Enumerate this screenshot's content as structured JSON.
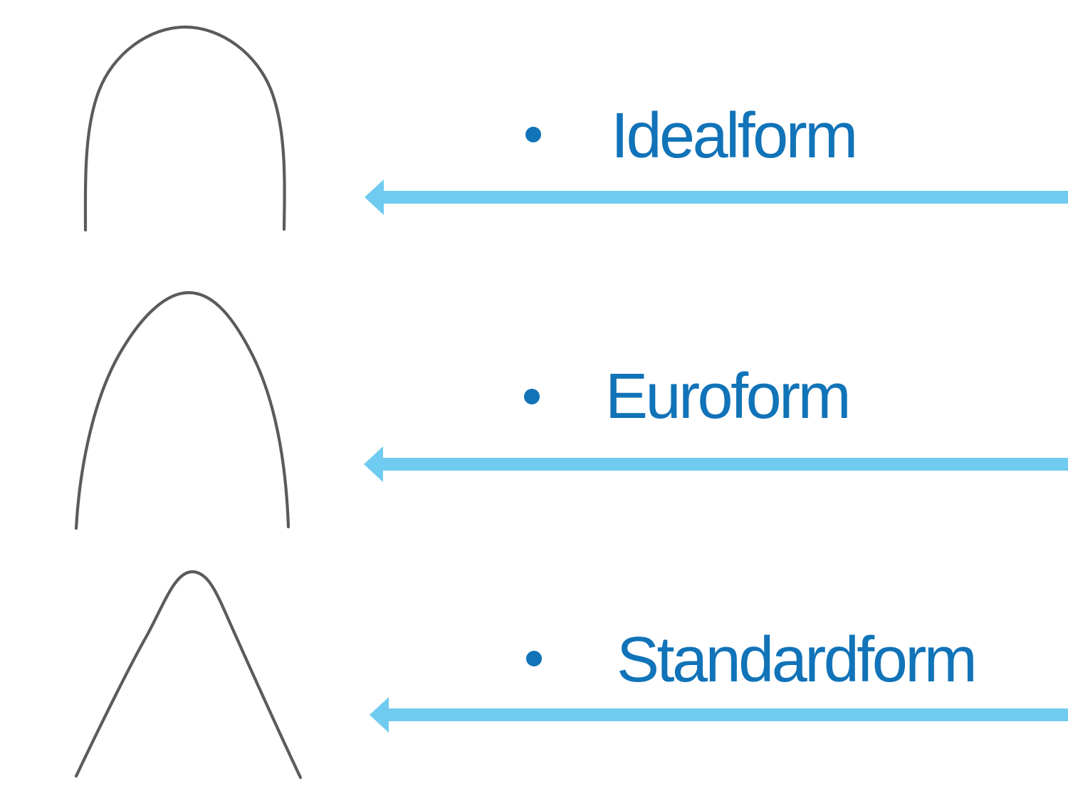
{
  "slide": {
    "description": "Three orthodontic archwire forms, each shown as a wire arch outline with a bulleted label and a light blue arrow pointing left toward the arch image",
    "background_color": "#ffffff"
  },
  "colors": {
    "label_blue": "#1173b8",
    "arrow_blue": "#6fcbef",
    "wire_gray": "#595b5e"
  },
  "items": [
    {
      "label": "Idealform",
      "image": "archwire-idealform-outline",
      "arrow": "left-arrow"
    },
    {
      "label": "Euroform",
      "image": "archwire-euroform-outline",
      "arrow": "left-arrow"
    },
    {
      "label": "Standardform",
      "image": "archwire-standardform-outline",
      "arrow": "left-arrow"
    }
  ]
}
